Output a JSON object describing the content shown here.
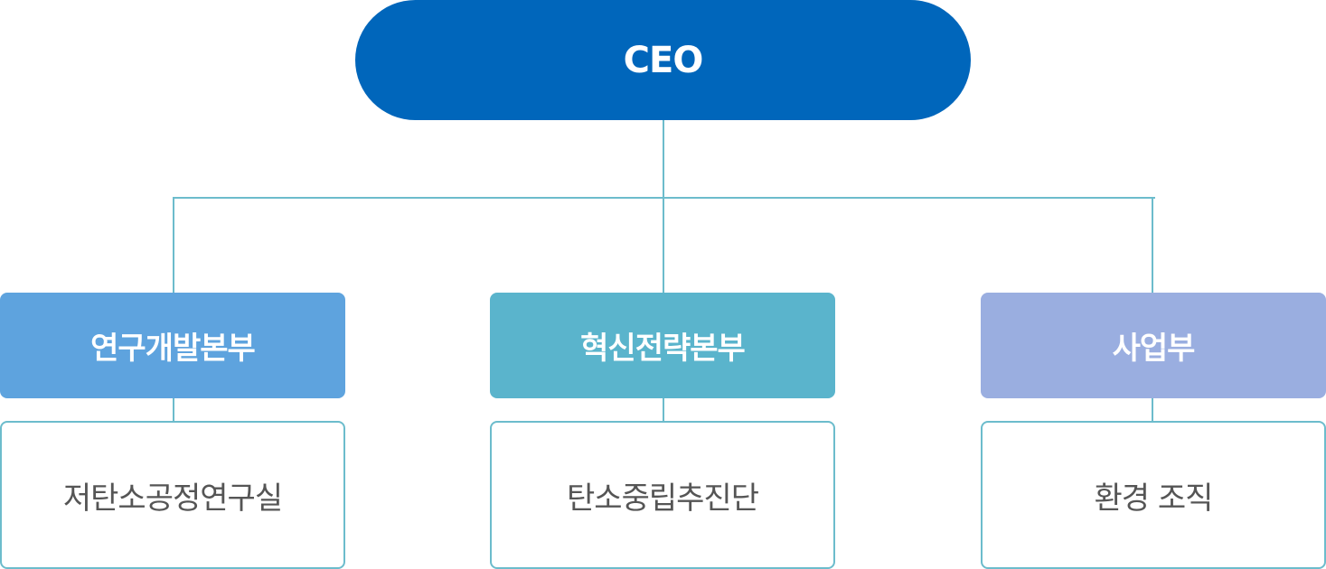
{
  "ceo": {
    "label": "CEO"
  },
  "colors": {
    "ceo": "#0066bb",
    "connector": "#6cbccc",
    "dept_rnd": "#5ea3de",
    "dept_innovation": "#5ab4cc",
    "dept_business": "#9aaee0",
    "sub_text": "#555555"
  },
  "departments": [
    {
      "label": "연구개발본부",
      "color": "#5ea3de",
      "sub_unit": "저탄소공정연구실"
    },
    {
      "label": "혁신전략본부",
      "color": "#5ab4cc",
      "sub_unit": "탄소중립추진단"
    },
    {
      "label": "사업부",
      "color": "#9aaee0",
      "sub_unit": "환경 조직"
    }
  ]
}
